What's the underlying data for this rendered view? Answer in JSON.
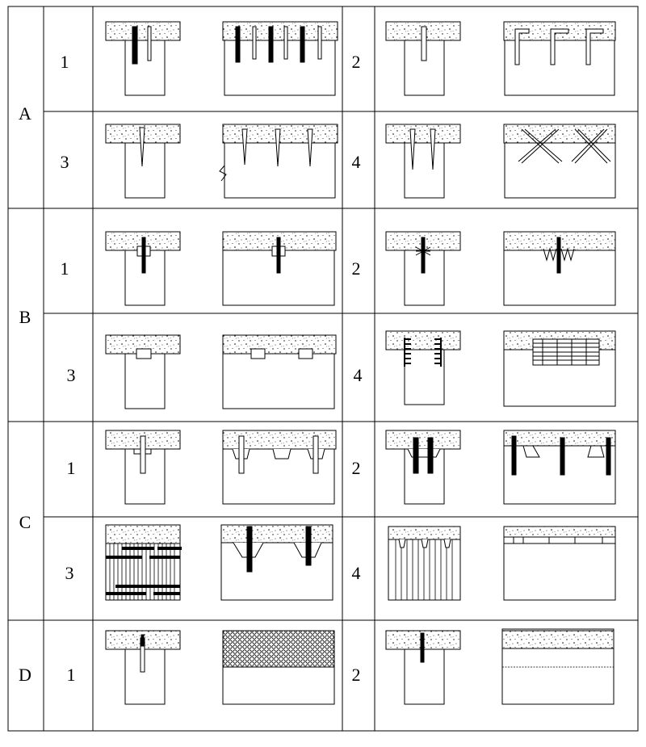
{
  "groups": [
    {
      "label": "A",
      "rows": [
        {
          "left": "1",
          "right": "2"
        },
        {
          "left": "3",
          "right": "4"
        }
      ]
    },
    {
      "label": "B",
      "rows": [
        {
          "left": "1",
          "right": "2"
        },
        {
          "left": "3",
          "right": "4"
        }
      ]
    },
    {
      "label": "C",
      "rows": [
        {
          "left": "1",
          "right": "2"
        },
        {
          "left": "3",
          "right": "4"
        }
      ]
    },
    {
      "label": "D",
      "rows": [
        {
          "left": "1",
          "right": "2"
        }
      ]
    }
  ]
}
